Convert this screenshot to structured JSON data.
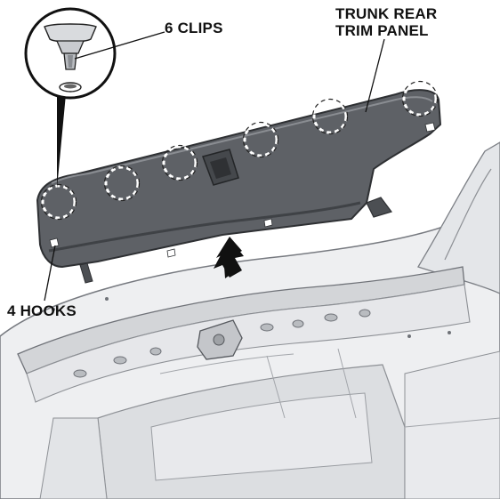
{
  "labels": {
    "clips": "6 CLIPS",
    "panel_line1": "TRUNK REAR",
    "panel_line2": "TRIM PANEL",
    "hooks": "4 HOOKS"
  },
  "colors": {
    "panel": "#5e6166",
    "panel_dark": "#3f4246",
    "body_light": "#eeeff1",
    "body_mid": "#d3d5d8",
    "body_line": "#8d9095",
    "clip_marker": "#ffffff",
    "arrow": "#111111"
  },
  "icons": {
    "arrow": "up-arrow-icon",
    "clip": "clip-icon"
  }
}
